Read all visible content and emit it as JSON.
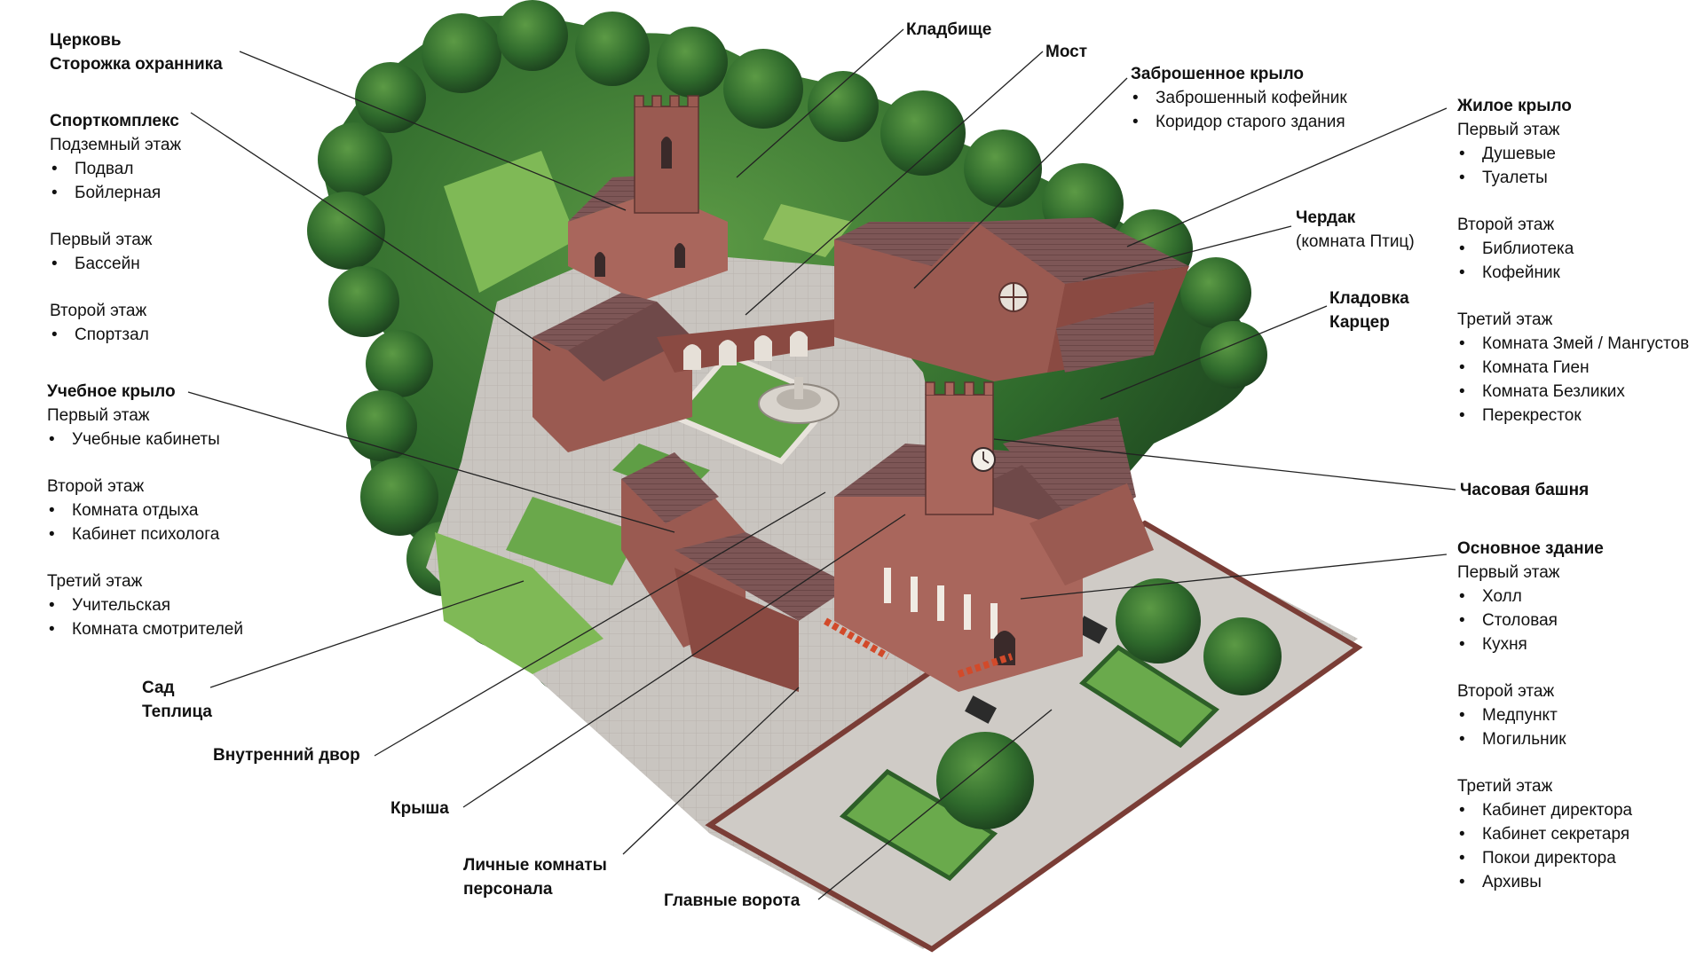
{
  "labels": {
    "church": {
      "lines": [
        "Церковь",
        "Сторожка охранника"
      ]
    },
    "sport": {
      "title": "Спорткомплекс",
      "floors": [
        {
          "name": "Подземный этаж",
          "items": [
            "Подвал",
            "Бойлерная"
          ]
        },
        {
          "name": "Первый этаж",
          "items": [
            "Бассейн"
          ]
        },
        {
          "name": "Второй этаж",
          "items": [
            "Спортзал"
          ]
        }
      ]
    },
    "study": {
      "title": "Учебное крыло",
      "floors": [
        {
          "name": "Первый этаж",
          "items": [
            "Учебные кабинеты"
          ]
        },
        {
          "name": "Второй этаж",
          "items": [
            "Комната отдыха",
            "Кабинет психолога"
          ]
        },
        {
          "name": "Третий этаж",
          "items": [
            "Учительская",
            "Комната смотрителей"
          ]
        }
      ]
    },
    "garden": {
      "lines": [
        "Сад",
        "Теплица"
      ]
    },
    "courtyard": {
      "lines": [
        "Внутренний двор"
      ]
    },
    "roof": {
      "lines": [
        "Крыша"
      ]
    },
    "staff": {
      "lines": [
        "Личные комнаты",
        "персонала"
      ]
    },
    "gate": {
      "lines": [
        "Главные ворота"
      ]
    },
    "cemetery": {
      "lines": [
        "Кладбище"
      ]
    },
    "bridge": {
      "lines": [
        "Мост"
      ]
    },
    "abandoned": {
      "title": "Заброшенное крыло",
      "items": [
        "Заброшенный кофейник",
        "Коридор старого здания"
      ]
    },
    "attic": {
      "title": "Чердак",
      "sub": "(комната Птиц)"
    },
    "storage": {
      "lines": [
        "Кладовка",
        "Карцер"
      ]
    },
    "residential": {
      "title": "Жилое крыло",
      "floors": [
        {
          "name": "Первый этаж",
          "items": [
            "Душевые",
            "Туалеты"
          ]
        },
        {
          "name": "Второй этаж",
          "items": [
            "Библиотека",
            "Кофейник"
          ]
        },
        {
          "name": "Третий этаж",
          "items": [
            "Комната Змей / Мангустов",
            "Комната Гиен",
            "Комната Безликих",
            "Перекресток"
          ]
        }
      ]
    },
    "clock": {
      "lines": [
        "Часовая башня"
      ]
    },
    "main": {
      "title": "Основное здание",
      "floors": [
        {
          "name": "Первый этаж",
          "items": [
            "Холл",
            "Столовая",
            "Кухня"
          ]
        },
        {
          "name": "Второй этаж",
          "items": [
            "Медпункт",
            "Могильник"
          ]
        },
        {
          "name": "Третий этаж",
          "items": [
            "Кабинет директора",
            "Кабинет секретаря",
            "Покои директора",
            "Архивы"
          ]
        }
      ]
    }
  },
  "colors": {
    "forest_dark": "#1f4a22",
    "forest": "#2f6a2c",
    "forest_light": "#4f8a3a",
    "lawn": "#5f9e45",
    "lawn_light": "#8cbd5c",
    "pavement": "#c9c5c0",
    "pavement_dark": "#aaa49e",
    "brick": "#8a4a42",
    "brick_light": "#a9665c",
    "roof": "#7d5656",
    "roof_dark": "#5e3c3d",
    "leader": "#222222"
  }
}
